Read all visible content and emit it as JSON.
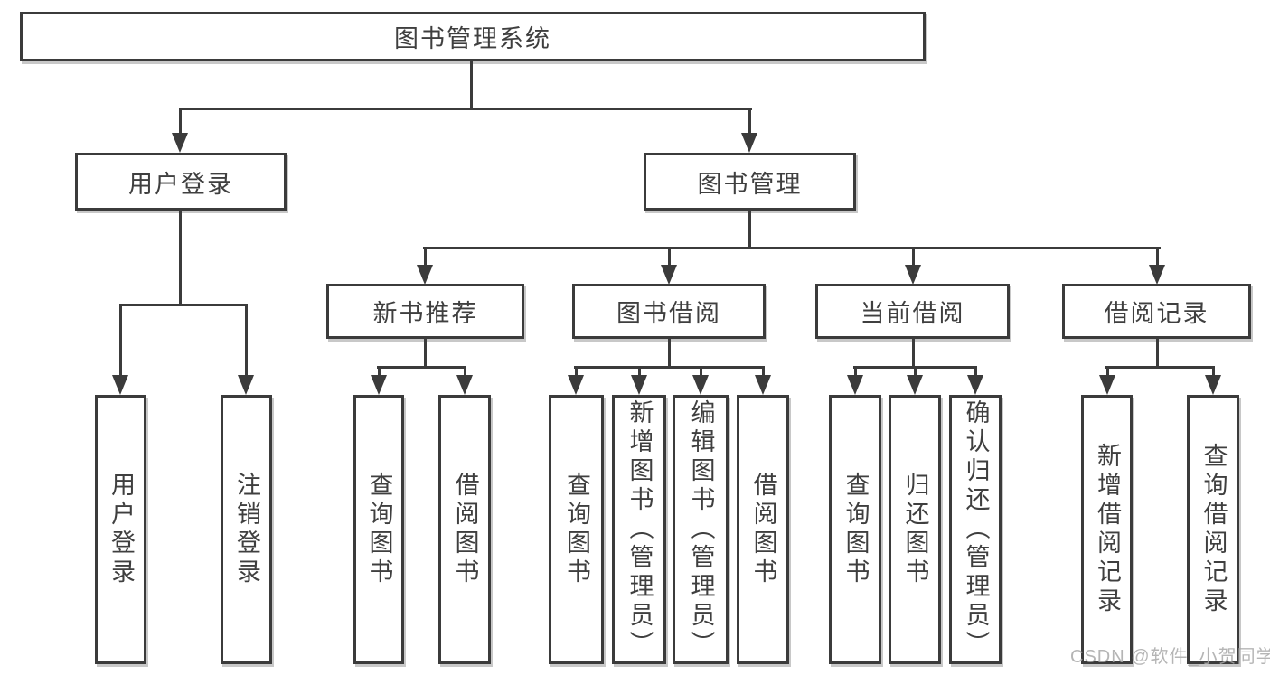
{
  "root": {
    "label": "图书管理系统"
  },
  "tree": {
    "user_login": {
      "label": "用户登录",
      "children": [
        "用户登录",
        "注销登录"
      ]
    },
    "book_management": {
      "label": "图书管理",
      "children": {
        "new_book": {
          "label": "新书推荐",
          "children": [
            "查询图书",
            "借阅图书"
          ]
        },
        "borrow": {
          "label": "图书借阅",
          "children": [
            "查询图书",
            "新增图书（管理员）",
            "编辑图书（管理员）",
            "借阅图书"
          ]
        },
        "current": {
          "label": "当前借阅",
          "children": [
            "查询图书",
            "归还图书",
            "确认归还（管理员）"
          ]
        },
        "records": {
          "label": "借阅记录",
          "children": [
            "新增借阅记录",
            "查询借阅记录"
          ]
        }
      }
    }
  },
  "watermark": {
    "text": "CSDN @软件_小贺同学"
  },
  "colors": {
    "line": "#3b3b3b",
    "box_border": "#3b3b3b",
    "box_fill": "#ffffff",
    "text": "#3f3f3f",
    "shadow": "#c8c8c8",
    "background": "#ffffff",
    "watermark": "#a9a9a9"
  }
}
